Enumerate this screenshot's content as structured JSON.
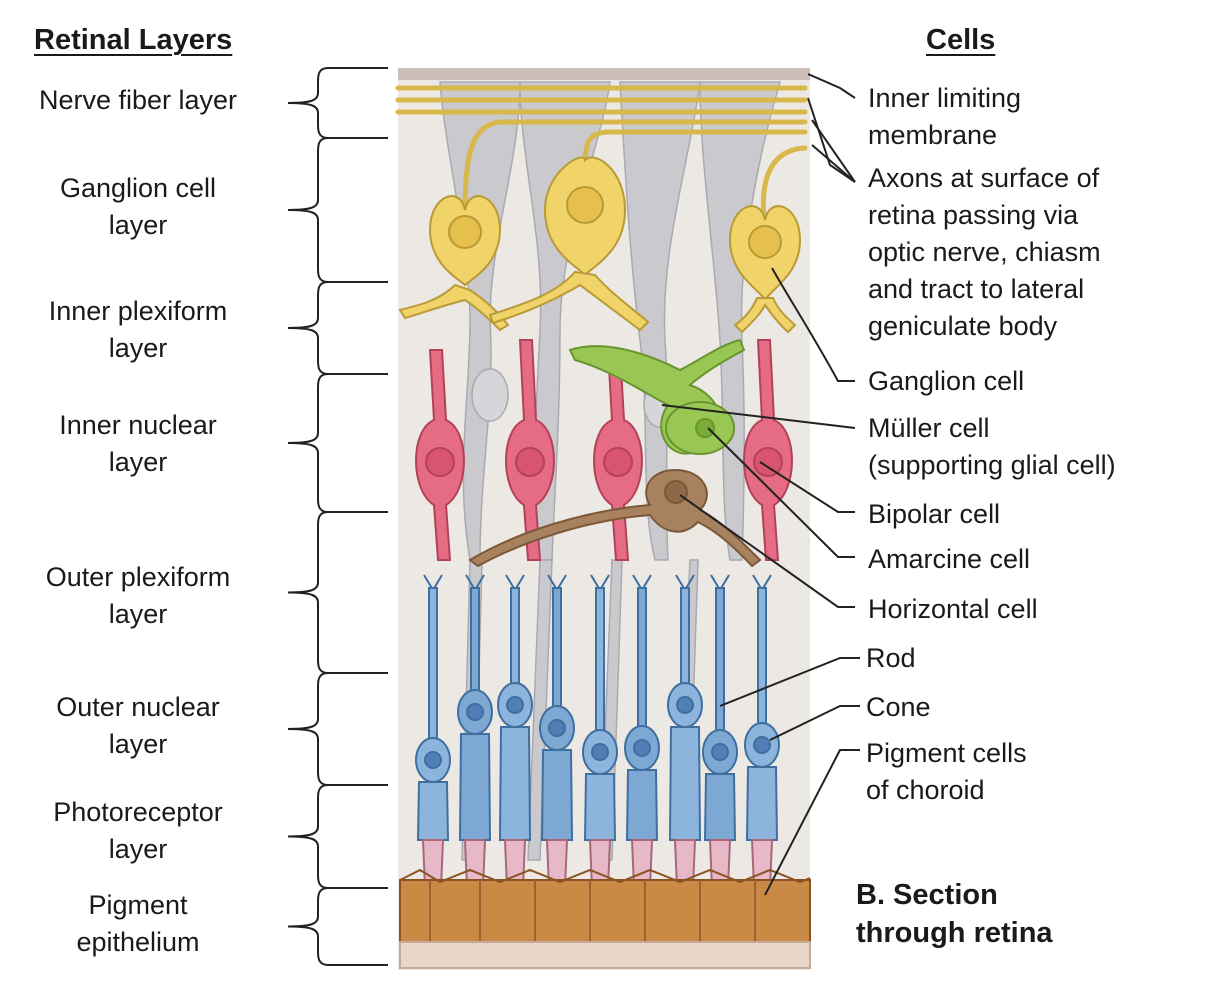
{
  "headings": {
    "left": "Retinal Layers",
    "right": "Cells"
  },
  "layers": [
    "Nerve fiber layer",
    "Ganglion cell\nlayer",
    "Inner plexiform\nlayer",
    "Inner nuclear\nlayer",
    "Outer plexiform\nlayer",
    "Outer nuclear\nlayer",
    "Photoreceptor\nlayer",
    "Pigment\nepithelium"
  ],
  "cells": [
    "Inner limiting\nmembrane",
    "Axons at surface of\nretina passing via\noptic nerve, chiasm\nand tract to lateral\ngeniculate body",
    "Ganglion cell",
    "Müller cell\n(supporting glial cell)",
    "Bipolar cell",
    "Amarcine cell",
    "Horizontal cell",
    "Rod",
    "Cone",
    "Pigment cells\nof choroid"
  ],
  "caption": "B. Section\nthrough retina",
  "colors": {
    "ganglion": "#e8c95a",
    "bipolar": "#e0607a",
    "amacrine": "#8fc24a",
    "horizontal": "#a0785a",
    "photoreceptor": "#6f9fd0",
    "muller": "#c8c8cc",
    "pigment": "#c8843e"
  }
}
